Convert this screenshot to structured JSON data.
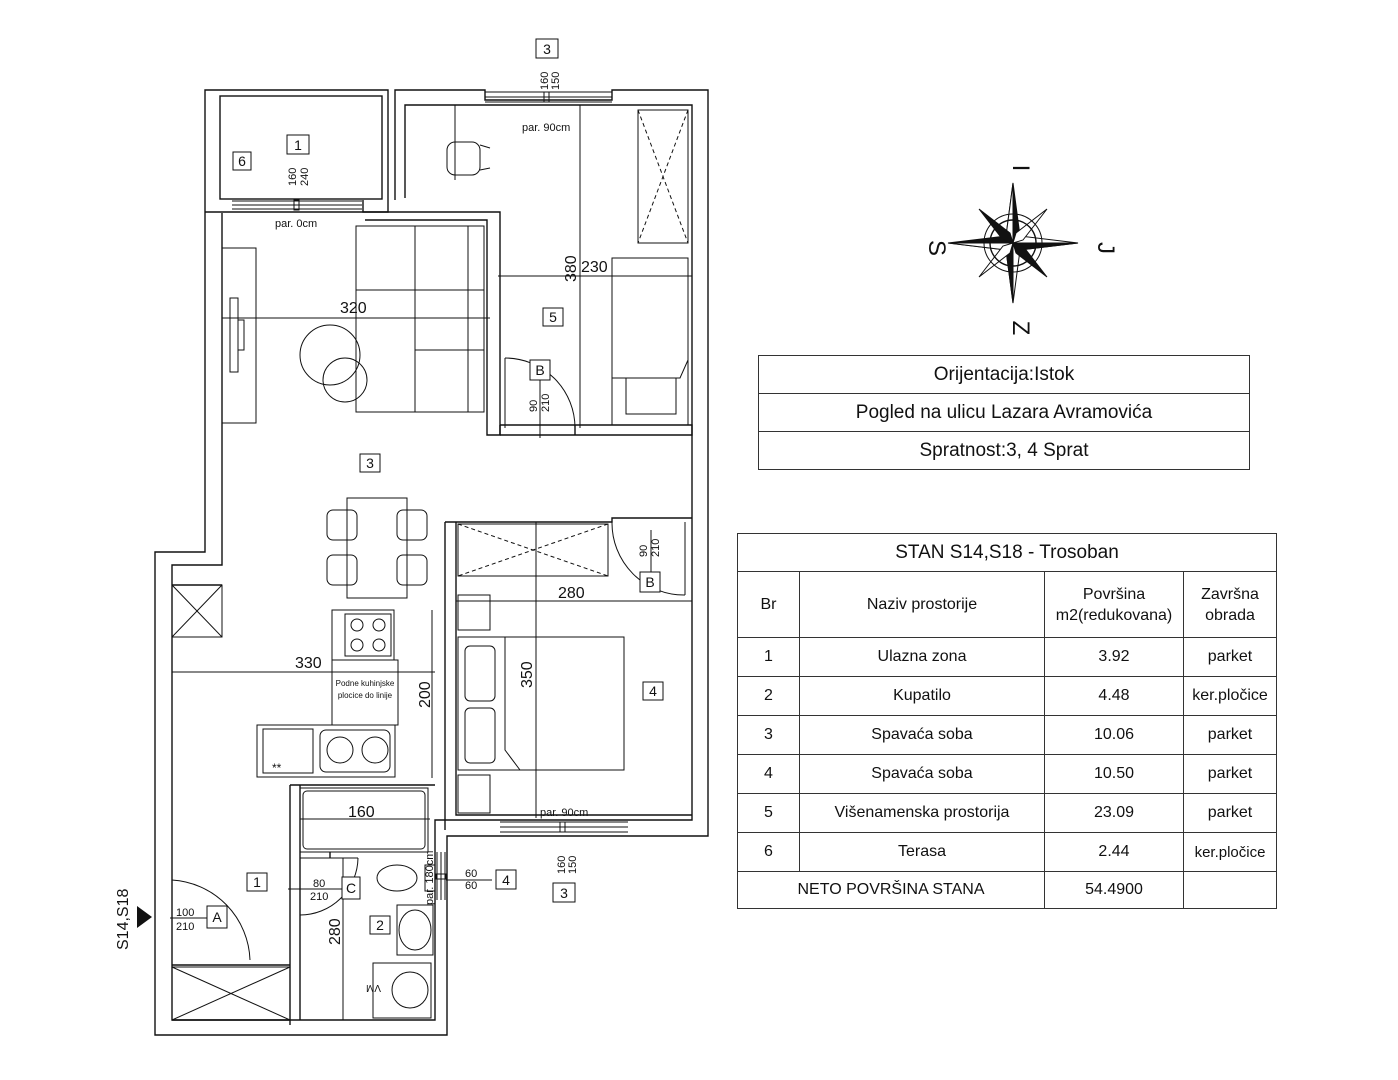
{
  "plan": {
    "entrance_label": "S14,S18",
    "dimensions": {
      "d320": "320",
      "d380": "380",
      "d230": "230",
      "d330": "330",
      "d200": "200",
      "d280_bed": "280",
      "d350": "350",
      "d160": "160",
      "d280_bath": "280"
    },
    "windows": [
      {
        "id": "w_top",
        "a": "160",
        "b": "150",
        "sill": "par. 90cm",
        "section": "3"
      },
      {
        "id": "w_terrace",
        "a": "160",
        "b": "240",
        "sill": "par. 0cm",
        "section": "1"
      },
      {
        "id": "w_bed",
        "a": "160",
        "b": "150",
        "sill": "par. 90cm",
        "section": "3"
      },
      {
        "id": "w_bath",
        "a": "60",
        "b": "60",
        "sill": "par. 180cm",
        "section": "4"
      }
    ],
    "doors": [
      {
        "id": "A",
        "w": "100",
        "h": "210"
      },
      {
        "id": "B_top",
        "letter": "B",
        "w": "90",
        "h": "210"
      },
      {
        "id": "B_bed",
        "letter": "B",
        "w": "90",
        "h": "210"
      },
      {
        "id": "C",
        "w": "80",
        "h": "210"
      }
    ],
    "room_tags": {
      "terrace": "6",
      "living": "3",
      "office": "5",
      "bedroom": "4",
      "entrance": "1",
      "bath": "2"
    },
    "kitchen_note": [
      "Podne kuhinjske",
      "plocice do linije"
    ],
    "wm_label": "VM",
    "fridge_label": "**"
  },
  "compass": {
    "north": "I",
    "south": "Z",
    "west": "S",
    "east": "J"
  },
  "info": {
    "orientation": "Orijentacija:Istok",
    "view": "Pogled na ulicu Lazara Avramovića",
    "floors": "Spratnost:3, 4 Sprat"
  },
  "table": {
    "title": "STAN S14,S18 - Trosoban",
    "headers": {
      "no": "Br",
      "name": "Naziv prostorije",
      "area": [
        "Površina",
        "m2(redukovana)"
      ],
      "finish": [
        "Završna",
        "obrada"
      ]
    },
    "rows": [
      {
        "no": "1",
        "name": "Ulazna zona",
        "area": "3.92",
        "finish": "parket"
      },
      {
        "no": "2",
        "name": "Kupatilo",
        "area": "4.48",
        "finish": "ker.pločice"
      },
      {
        "no": "3",
        "name": "Spavaća soba",
        "area": "10.06",
        "finish": "parket"
      },
      {
        "no": "4",
        "name": "Spavaća soba",
        "area": "10.50",
        "finish": "parket"
      },
      {
        "no": "5",
        "name": "Višenamenska prostorija",
        "area": "23.09",
        "finish": "parket"
      },
      {
        "no": "6",
        "name": "Terasa",
        "area": "2.44",
        "finish": "ker.pločice"
      }
    ],
    "total_label": "NETO POVRŠINA STANA",
    "total_value": "54.4900"
  }
}
